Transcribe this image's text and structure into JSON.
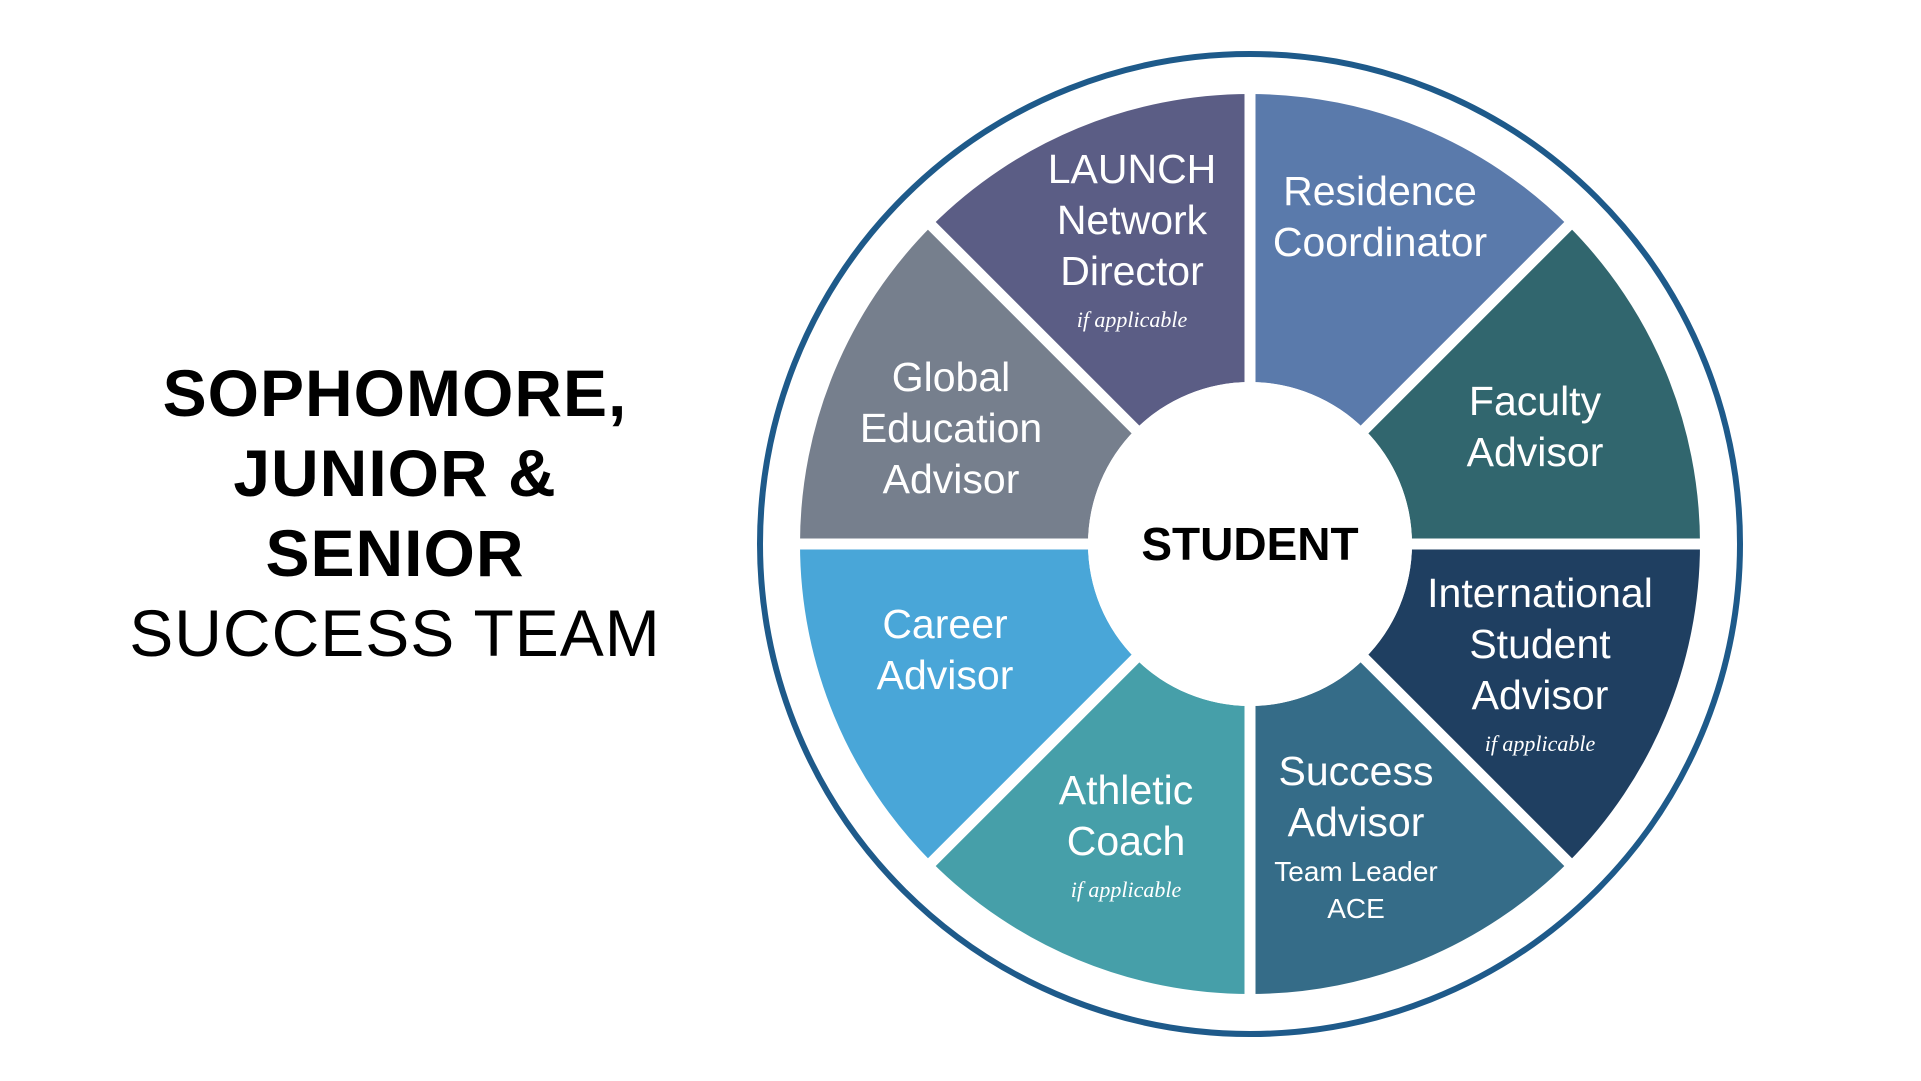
{
  "title": {
    "line1": "SOPHOMORE,",
    "line2": "JUNIOR &",
    "line3": "SENIOR",
    "line4": "SUCCESS TEAM"
  },
  "center": {
    "label": "STUDENT"
  },
  "segments": [
    {
      "id": "residence-coordinator",
      "lines": [
        "Residence",
        "Coordinator"
      ],
      "sub": [],
      "note": "",
      "color": "#5a7aab"
    },
    {
      "id": "faculty-advisor",
      "lines": [
        "Faculty",
        "Advisor"
      ],
      "sub": [],
      "note": "",
      "color": "#31666e"
    },
    {
      "id": "international-student-advisor",
      "lines": [
        "International",
        "Student",
        "Advisor"
      ],
      "sub": [],
      "note": "if applicable",
      "color": "#1f3f61"
    },
    {
      "id": "success-advisor",
      "lines": [
        "Success",
        "Advisor"
      ],
      "sub": [
        "Team Leader",
        "ACE"
      ],
      "note": "",
      "color": "#356c88"
    },
    {
      "id": "athletic-coach",
      "lines": [
        "Athletic",
        "Coach"
      ],
      "sub": [],
      "note": "if applicable",
      "color": "#469fa9"
    },
    {
      "id": "career-advisor",
      "lines": [
        "Career",
        "Advisor"
      ],
      "sub": [],
      "note": "",
      "color": "#49a6d8"
    },
    {
      "id": "global-education-advisor",
      "lines": [
        "Global",
        "Education",
        "Advisor"
      ],
      "sub": [],
      "note": "",
      "color": "#767f8d"
    },
    {
      "id": "launch-network-director",
      "lines": [
        "LAUNCH",
        "Network",
        "Director"
      ],
      "sub": [],
      "note": "if applicable",
      "color": "#5b5d85"
    }
  ],
  "colors": {
    "ring": "#1e5a8a",
    "gap": "#ffffff",
    "background": "#ffffff"
  }
}
